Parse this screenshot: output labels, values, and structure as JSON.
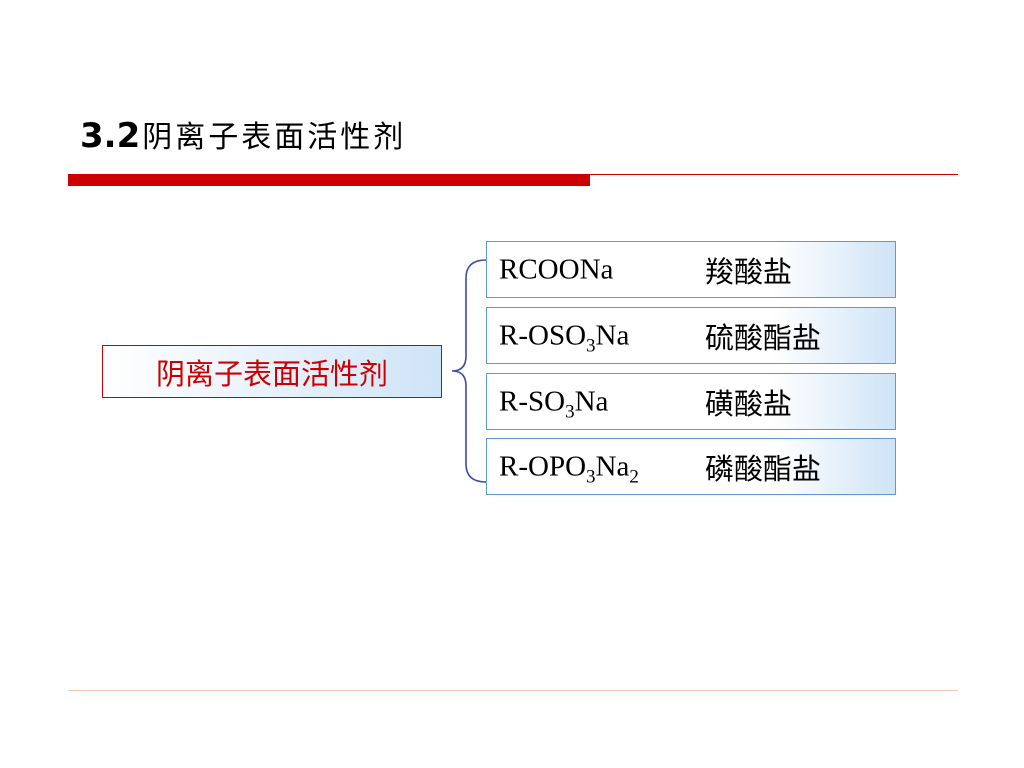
{
  "slide": {
    "title_number": "3.2",
    "title_text": "阴离子表面活性剂"
  },
  "diagram": {
    "root": {
      "label": "阴离子表面活性剂"
    },
    "children": [
      {
        "formula_parts": [
          {
            "t": "RCOONa",
            "sub": false
          }
        ],
        "name": "羧酸盐"
      },
      {
        "formula_parts": [
          {
            "t": "R-OSO",
            "sub": false
          },
          {
            "t": "3",
            "sub": true
          },
          {
            "t": "Na",
            "sub": false
          }
        ],
        "name": "硫酸酯盐"
      },
      {
        "formula_parts": [
          {
            "t": "R-SO",
            "sub": false
          },
          {
            "t": "3",
            "sub": true
          },
          {
            "t": "Na",
            "sub": false
          }
        ],
        "name": "磺酸盐"
      },
      {
        "formula_parts": [
          {
            "t": "R-OPO",
            "sub": false
          },
          {
            "t": "3",
            "sub": true
          },
          {
            "t": "Na",
            "sub": false
          },
          {
            "t": "2",
            "sub": true
          }
        ],
        "name": "磷酸酯盐"
      }
    ]
  },
  "colors": {
    "accent_red": "#cc0000",
    "box_border_blue": "#5b9bd5",
    "box_fill_blue": "#cfe4f7",
    "bracket_blue": "#3a4fa8"
  }
}
